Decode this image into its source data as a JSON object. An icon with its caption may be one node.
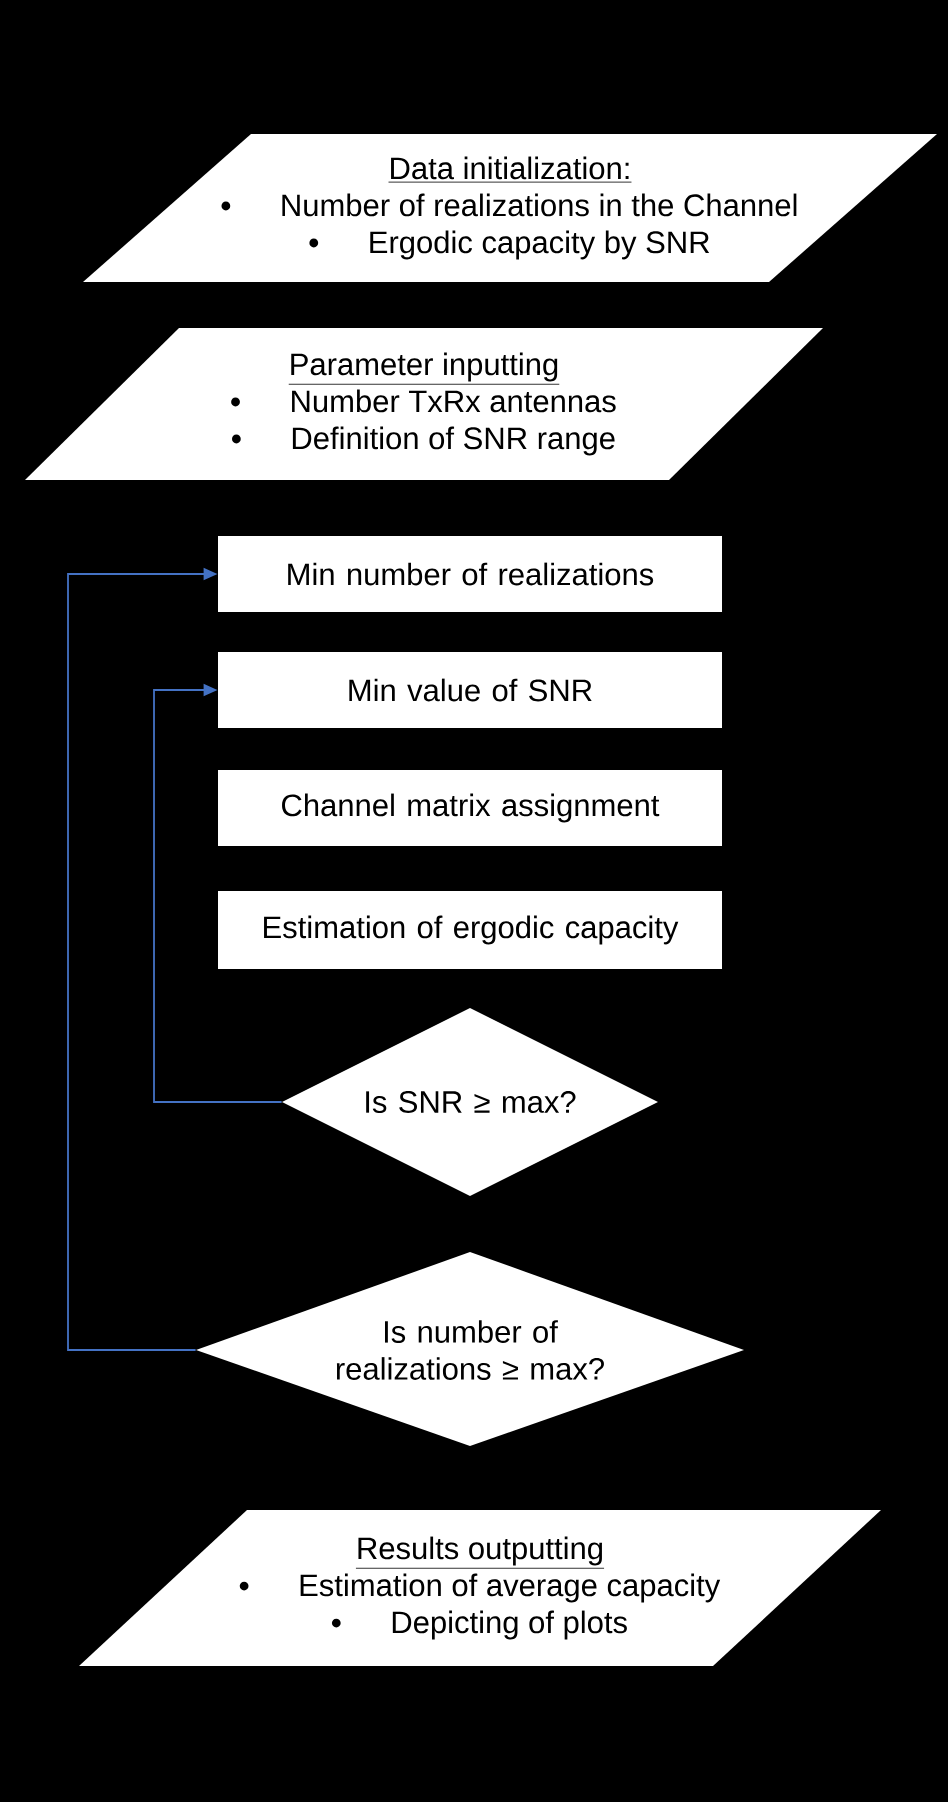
{
  "diagram": {
    "nodes": [
      {
        "text": [
          "Data initialization:",
          "Number of realizations in the Channel",
          "Ergodic capacity by SNR"
        ]
      },
      {
        "text": [
          "Parameter inputting",
          "Number TxRx antennas",
          "Definition of SNR range"
        ]
      },
      {
        "text": [
          "Min number of realizations"
        ]
      },
      {
        "text": [
          "Min value of SNR"
        ]
      },
      {
        "text": [
          "Channel matrix assignment"
        ]
      },
      {
        "text": [
          "Estimation of ergodic capacity"
        ]
      },
      {
        "text": [
          "Is SNR ≥ max?"
        ]
      },
      {
        "text": [
          "Is number of realizations ≥ max?"
        ]
      },
      {
        "text": [
          "Results outputting",
          "Estimation of average capacity",
          "Depicting of plots"
        ]
      }
    ],
    "edges": [
      {
        "from": 6,
        "to": 3,
        "arrow": "to",
        "color": "#4472c4"
      },
      {
        "from": 7,
        "to": 2,
        "arrow": "to",
        "color": "#4472c4"
      }
    ]
  }
}
